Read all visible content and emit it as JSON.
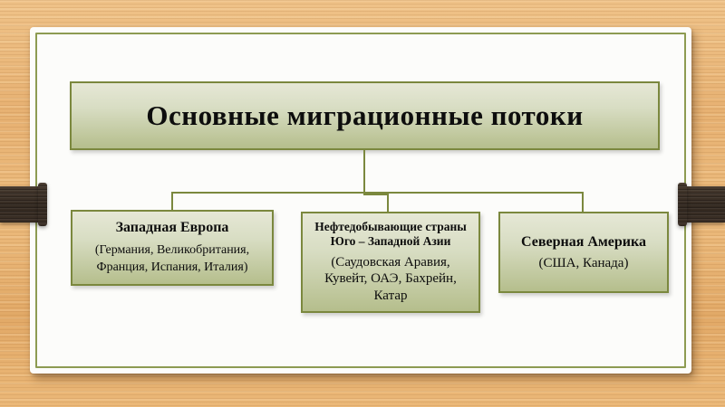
{
  "slide": {
    "title": "Основные миграционные потоки",
    "nodes": [
      {
        "title": "Западная Европа",
        "body": "(Германия, Великобритания, Франция, Испания, Италия)"
      },
      {
        "title": "Нефтедобывающие страны Юго – Западной Азии",
        "body": "(Саудовская Аравия, Кувейт, ОАЭ, Бахрейн, Катар"
      },
      {
        "title": "Северная Америка",
        "body": "(США, Канада)"
      }
    ],
    "colors": {
      "box_border": "#7b883e",
      "box_gradient_top": "#e6e8d6",
      "box_gradient_bottom": "#b5be8c",
      "connector": "#7b883e",
      "card_background": "#fcfcfa",
      "card_frame": "#8d9b52",
      "wood_background": "#e7b172",
      "clamp": "#372c23"
    }
  }
}
